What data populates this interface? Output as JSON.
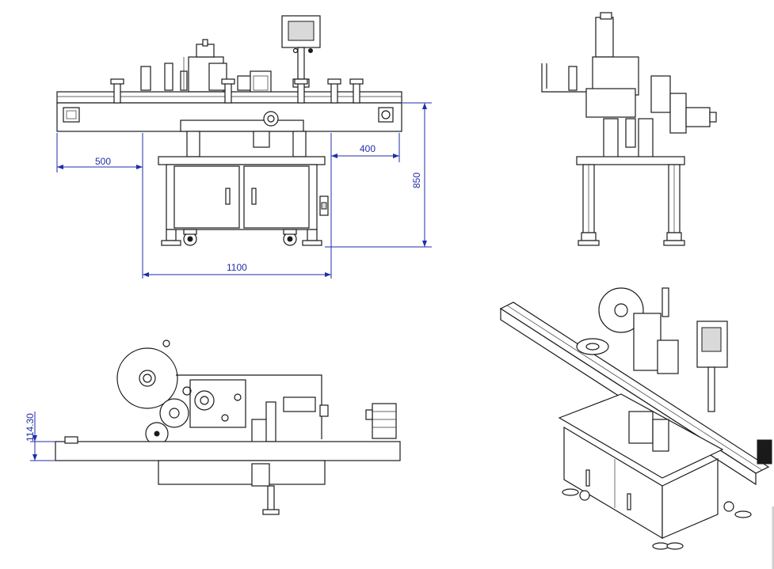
{
  "drawing": {
    "front_view": {
      "dimensions": {
        "left_overhang": "500",
        "right_overhang": "400",
        "height": "850",
        "width": "1100"
      }
    },
    "top_view": {
      "dimensions": {
        "conveyor_height": "114.30"
      }
    },
    "colors": {
      "line": "#1a1a1a",
      "dimension": "#1f2ea8",
      "background": "#ffffff"
    }
  }
}
